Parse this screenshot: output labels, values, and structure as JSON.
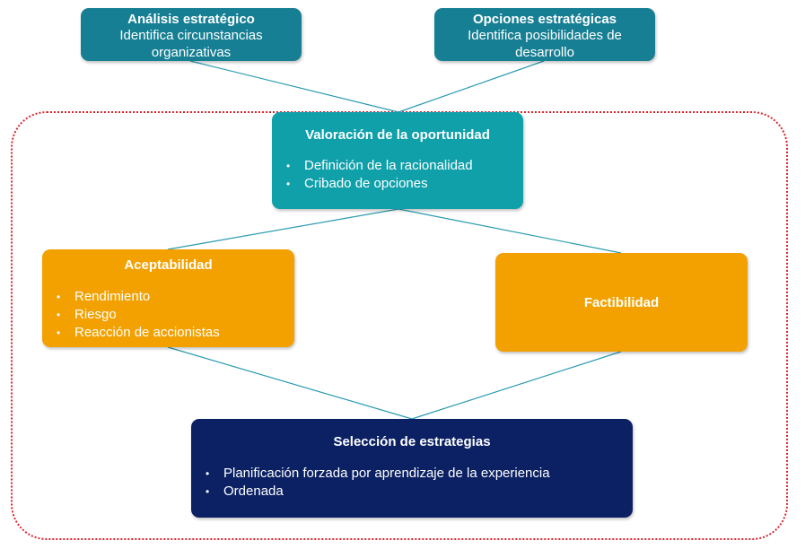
{
  "nodes": {
    "analisis": {
      "title": "Análisis estratégico",
      "desc": "Identifica circunstancias organizativas"
    },
    "opciones": {
      "title": "Opciones estratégicas",
      "desc": "Identifica posibilidades de desarrollo"
    },
    "valoracion": {
      "title": "Valoración de la oportunidad",
      "items": [
        "Definición de la racionalidad",
        "Cribado de opciones"
      ]
    },
    "aceptabilidad": {
      "title": "Aceptabilidad",
      "items": [
        "Rendimiento",
        "Riesgo",
        "Reacción de accionistas"
      ]
    },
    "factibilidad": {
      "title": "Factibilidad"
    },
    "seleccion": {
      "title": "Selección de estrategias",
      "items": [
        "Planificación forzada por aprendizaje de la experiencia",
        "Ordenada"
      ]
    }
  },
  "colors": {
    "top_box": "#167f93",
    "valuation_box": "#0fa0aa",
    "criteria_box": "#f2a100",
    "selection_box": "#0b2163",
    "connector": "#2a9bb0",
    "frame_border": "#d9262e"
  }
}
